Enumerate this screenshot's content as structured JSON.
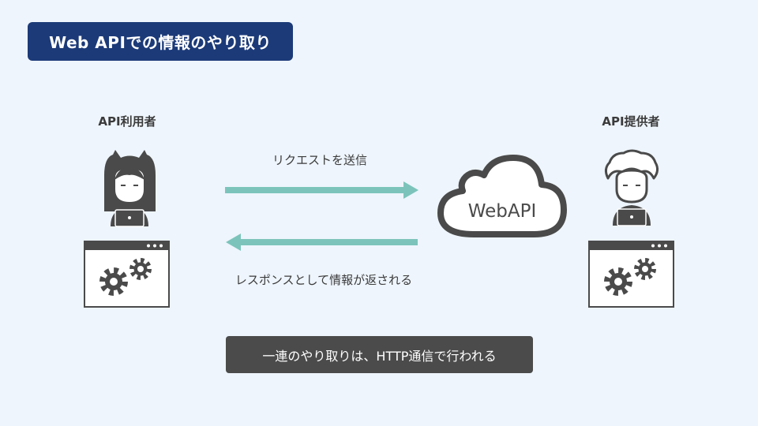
{
  "title": "Web APIでの情報のやり取り",
  "api_user": {
    "label": "API利用者"
  },
  "api_provider": {
    "label": "API提供者"
  },
  "request": {
    "label": "リクエストを送信"
  },
  "response": {
    "label": "レスポンスとして情報が返される"
  },
  "cloud": {
    "label": "WebAPI"
  },
  "footer": {
    "text": "一連のやり取りは、HTTP通信で行われる"
  },
  "colors": {
    "title_bg": "#1c3a78",
    "arrow": "#7cc4bb",
    "icon": "#4a4a4a",
    "footer_bg": "#4b4b4b",
    "background": "#eef5fc"
  }
}
